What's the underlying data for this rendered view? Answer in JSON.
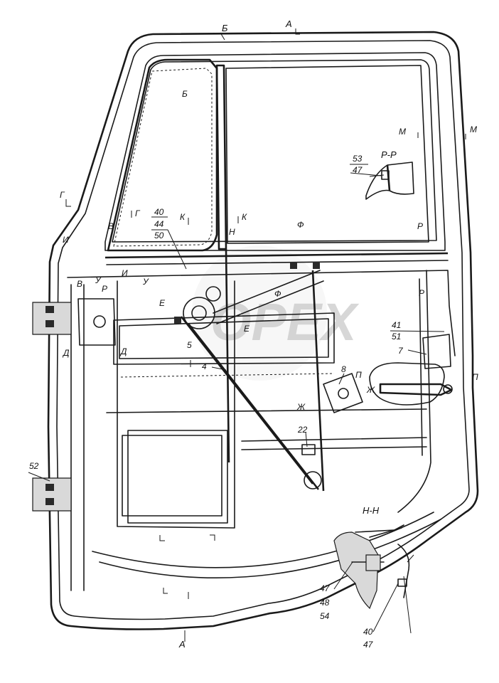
{
  "watermark": "OPEX",
  "section_labels": {
    "a_top": "А",
    "b_top": "Б",
    "b_window": "Б",
    "m_left": "М",
    "m_right": "М",
    "g_left": "Г",
    "g_mid": "Г",
    "k_left": "К",
    "k_right": "К",
    "v_upper": "В",
    "v_lower": "В",
    "i_left": "И",
    "i_right": "И",
    "u_left": "У",
    "u_right": "У",
    "r_left": "Р",
    "r_right_upper": "Р",
    "r_right_lower": "Р",
    "n_mid": "Н",
    "f_upper": "Ф",
    "f_lower": "Ф",
    "e_left": "Е",
    "e_right": "Е",
    "d_left": "Д",
    "d_right": "Д",
    "p_left": "П",
    "p_right": "П",
    "zh_left": "Ж",
    "zh_right": "Ж",
    "a_bottom": "А"
  },
  "view_titles": {
    "rr": "Р-Р",
    "nn": "Н-Н"
  },
  "callouts": {
    "c53": "53",
    "c47a": "47",
    "c40a": "40",
    "c44": "44",
    "c50": "50",
    "c41": "41",
    "c51": "51",
    "c7": "7",
    "c5": "5",
    "c4": "4",
    "c8": "8",
    "c22": "22",
    "c52": "52",
    "c47b": "47",
    "c48": "48",
    "c54": "54",
    "c40b": "40",
    "c47c": "47"
  }
}
